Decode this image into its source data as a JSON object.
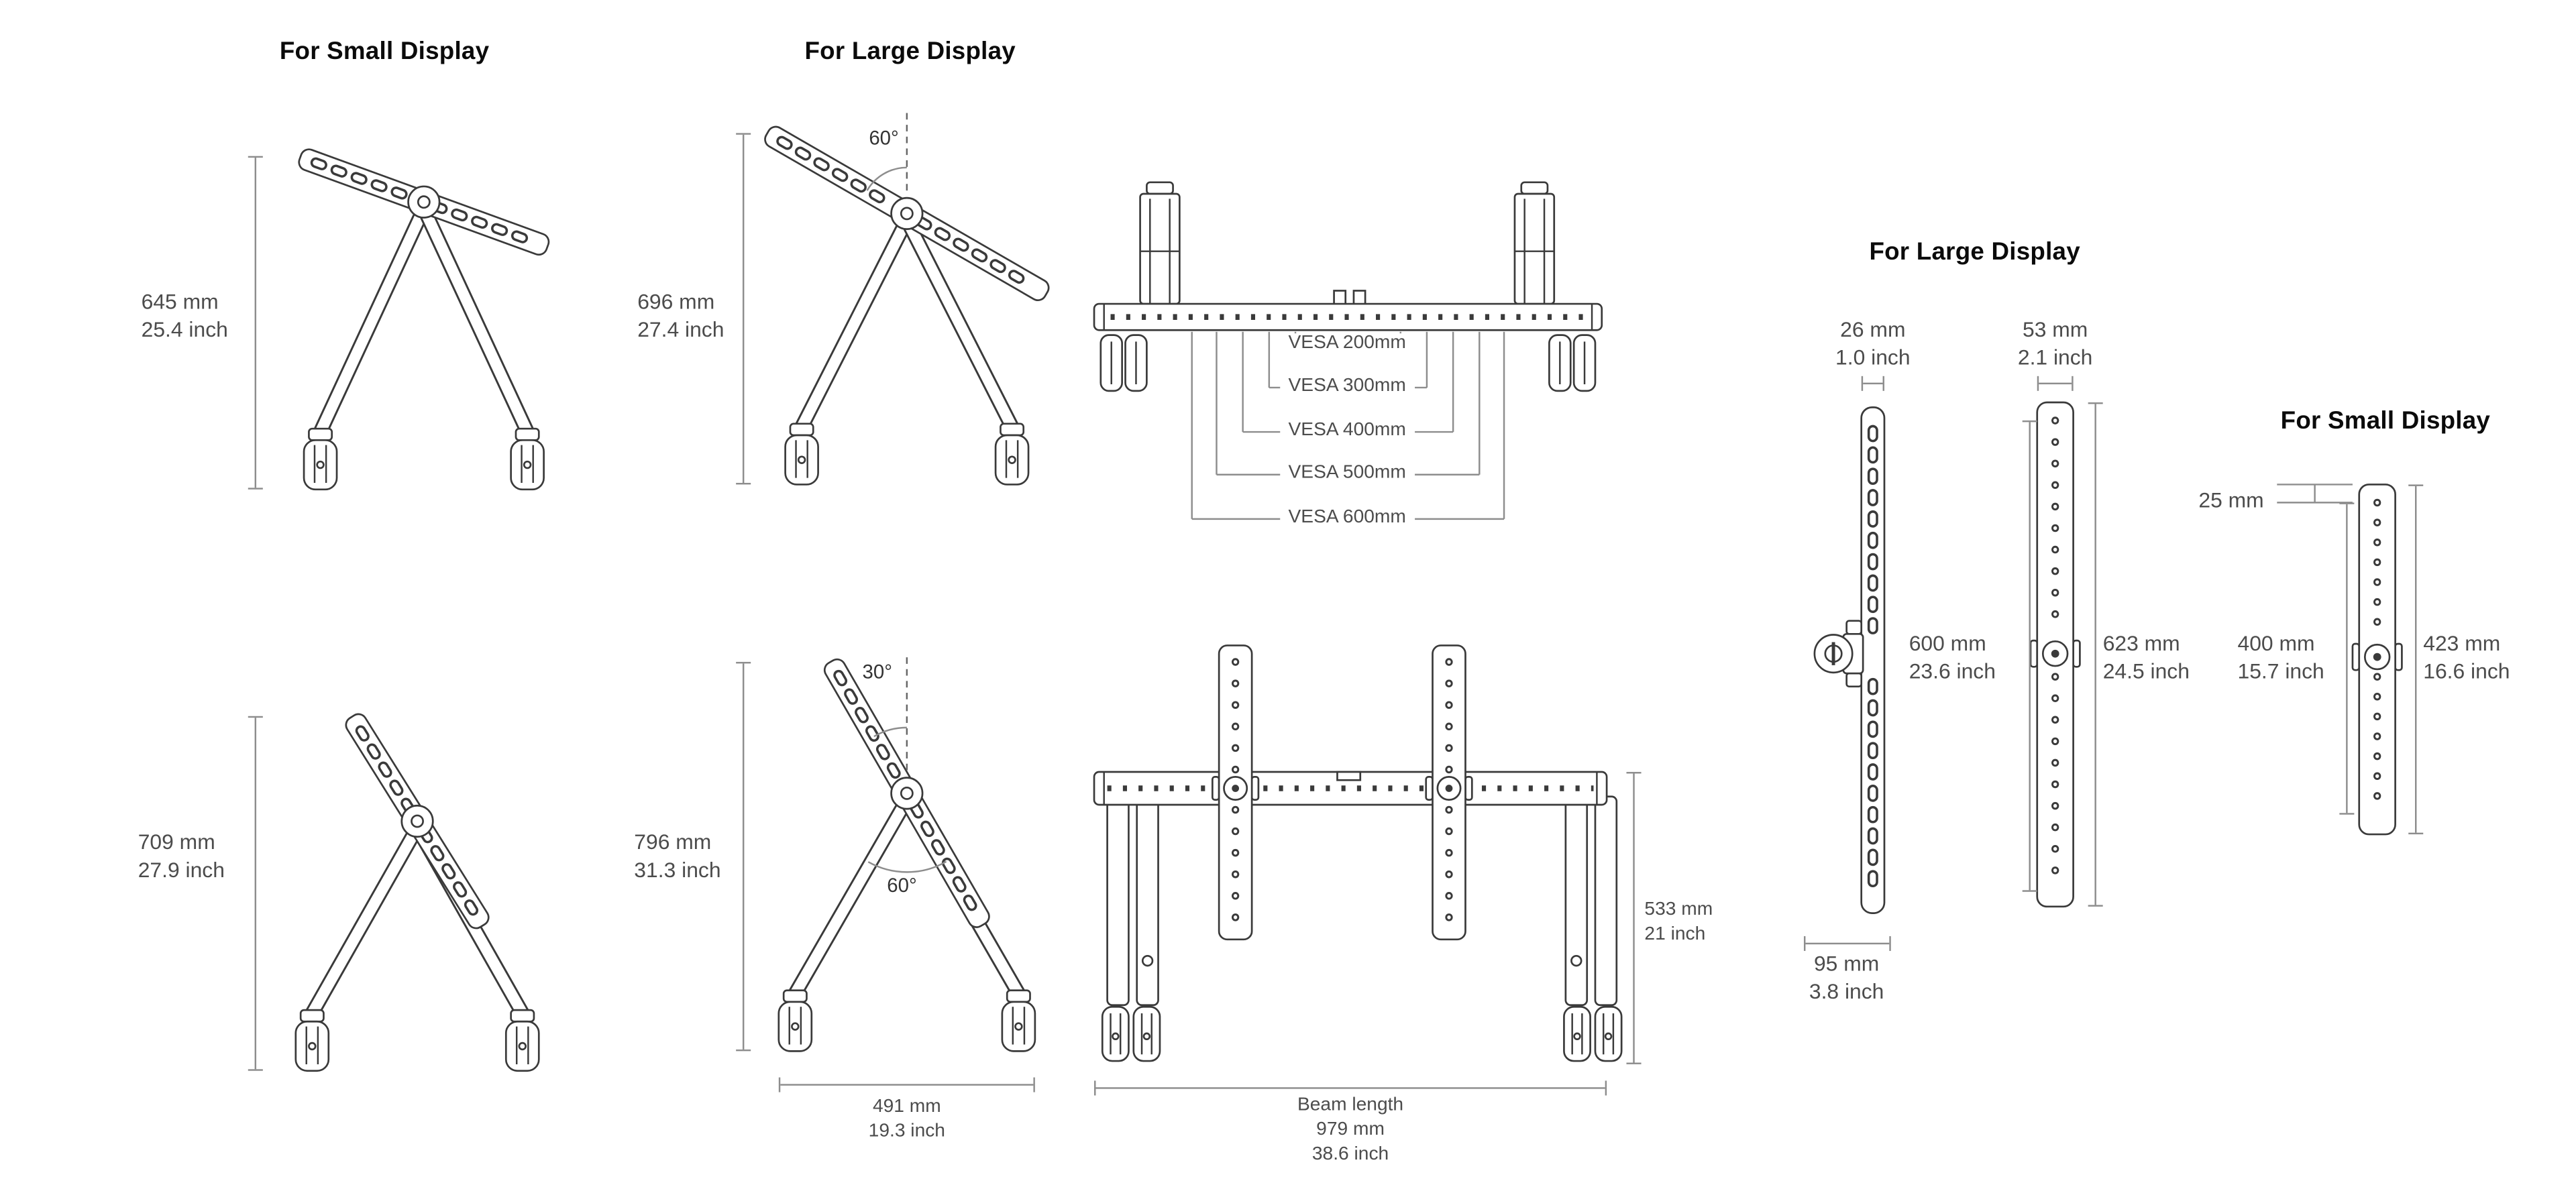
{
  "headers": {
    "top_small": "For Small Display",
    "top_large": "For Large Display",
    "right_large": "For Large Display",
    "right_small": "For Small Display"
  },
  "angles": {
    "top_large_tilt": "60°",
    "bottom_large_tilt_top": "30°",
    "bottom_large_tilt_bottom": "60°"
  },
  "dims": {
    "h645": {
      "mm": "645 mm",
      "inch": "25.4 inch"
    },
    "h696": {
      "mm": "696 mm",
      "inch": "27.4 inch"
    },
    "h709": {
      "mm": "709 mm",
      "inch": "27.9 inch"
    },
    "h796": {
      "mm": "796 mm",
      "inch": "31.3 inch"
    },
    "w491": {
      "mm": "491 mm",
      "inch": "19.3 inch"
    },
    "h533": {
      "mm": "533 mm",
      "inch": "21 inch"
    },
    "beam": {
      "label": "Beam length",
      "mm": "979 mm",
      "inch": "38.6 inch"
    },
    "w26": {
      "mm": "26 mm",
      "inch": "1.0 inch"
    },
    "w53": {
      "mm": "53 mm",
      "inch": "2.1 inch"
    },
    "span600": {
      "mm": "600 mm",
      "inch": "23.6 inch"
    },
    "len623": {
      "mm": "623 mm",
      "inch": "24.5 inch"
    },
    "d95": {
      "mm": "95 mm",
      "inch": "3.8 inch"
    },
    "off25": {
      "mm": "25 mm"
    },
    "span400": {
      "mm": "400 mm",
      "inch": "15.7 inch"
    },
    "len423": {
      "mm": "423 mm",
      "inch": "16.6 inch"
    }
  },
  "vesa_labels": [
    "VESA 200mm",
    "VESA 300mm",
    "VESA 400mm",
    "VESA 500mm",
    "VESA 600mm"
  ]
}
